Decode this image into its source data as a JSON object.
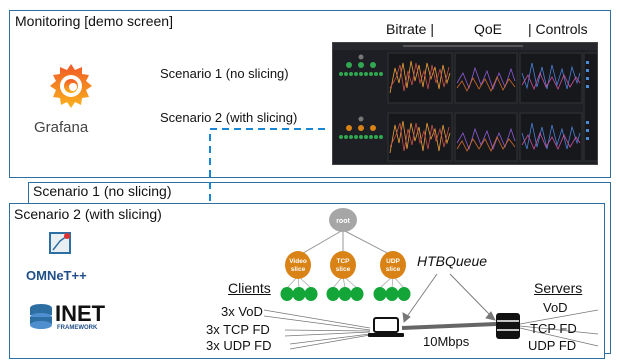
{
  "monitoring": {
    "title": "Monitoring [demo screen]",
    "tabs": [
      "Bitrate |",
      "QoE",
      "| Controls"
    ],
    "scenario1_label": "Scenario 1 (no slicing)",
    "scenario2_label": "Scenario 2 (with slicing)"
  },
  "grafana": {
    "label": "Grafana"
  },
  "scenario1_frame": {
    "title": "Scenario 1 (no slicing)"
  },
  "scenario2_frame": {
    "title": "Scenario 2 (with slicing)"
  },
  "logos": {
    "omnet": "OMNeT++",
    "inet": "INET",
    "inet_sub": "FRAMEWORK"
  },
  "tree": {
    "root": "root",
    "slices": [
      {
        "line1": "Video",
        "line2": "slice"
      },
      {
        "line1": "TCP",
        "line2": "slice"
      },
      {
        "line1": "UDP",
        "line2": "slice"
      }
    ],
    "queue_label": "HTBQueue"
  },
  "clients": {
    "title": "Clients",
    "items": [
      "3x VoD",
      "3x TCP FD",
      "3x UDP FD"
    ]
  },
  "servers": {
    "title": "Servers",
    "items": [
      "VoD",
      "TCP FD",
      "UDP FD"
    ]
  },
  "link": {
    "label": "10Mbps"
  },
  "colors": {
    "frame_border": "#2d6fa3",
    "dashed_line": "#1a86d6",
    "slice_orange": "#d98316",
    "leaf_green": "#13a538",
    "root_gray": "#a6a6a6",
    "grafana_orange": "#f05a28"
  }
}
